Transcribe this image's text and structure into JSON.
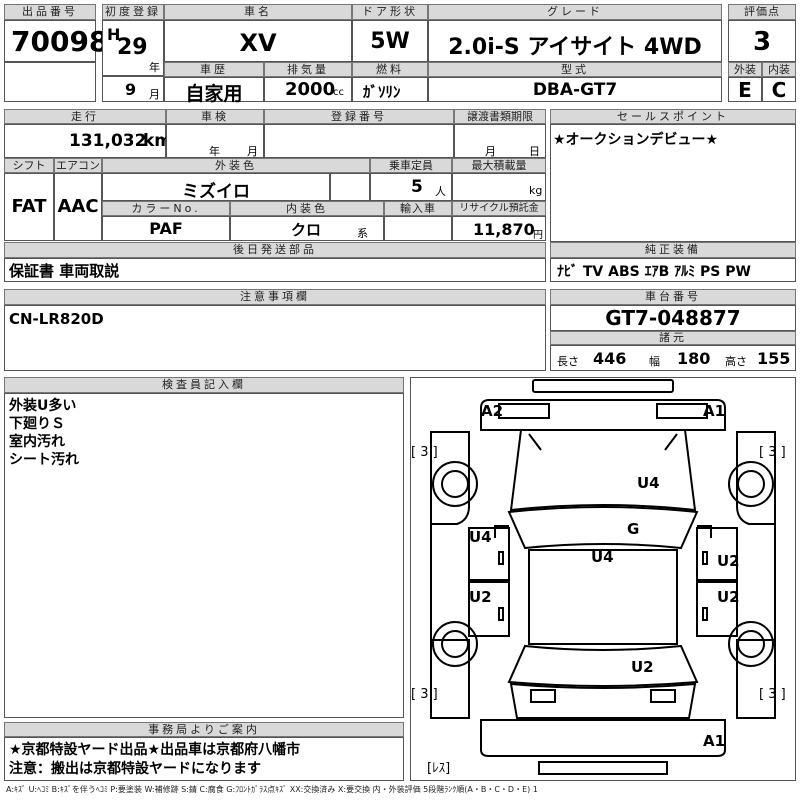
{
  "header": {
    "lot_label": "出品番号",
    "lot": "70098",
    "first_reg_label": "初度登録",
    "era": "H",
    "year_num": "29",
    "year_unit": "年",
    "month_num": "9",
    "month_unit": "月",
    "car_name_label": "車名",
    "car_name": "XV",
    "door_label": "ドア形状",
    "door": "5W",
    "grade_label": "グレード",
    "grade": "2.0i-S アイサイト 4WD",
    "score_label": "評価点",
    "score": "3",
    "history_label": "車歴",
    "history": "自家用",
    "displacement_label": "排気量",
    "displacement": "2000",
    "displacement_unit": "cc",
    "fuel_label": "燃料",
    "fuel": "ｶﾞｿﾘﾝ",
    "model_label": "型式",
    "model": "DBA-GT7",
    "ext_label": "外装",
    "ext": "E",
    "int_label": "内装",
    "int": "C"
  },
  "row2": {
    "mileage_label": "走行",
    "mileage": "131,032",
    "mileage_unit": "km",
    "inspection_label": "車検",
    "insp_year_unit": "年",
    "insp_month_unit": "月",
    "reg_label": "登録番号",
    "deadline_label": "譲渡書類期限",
    "dl_month_unit": "月",
    "dl_day_unit": "日",
    "sales_label": "セールスポイント",
    "sales": "★オークションデビュー★"
  },
  "row3": {
    "shift_label": "シフト",
    "shift": "FAT",
    "ac_label": "エアコン",
    "ac": "AAC",
    "color_label": "外装色",
    "color": "ミズイロ",
    "capacity_label": "乗車定員",
    "capacity": "5",
    "capacity_unit": "人",
    "load_label": "最大積載量",
    "load_unit": "kg",
    "color_no_label": "カラーNo.",
    "color_no": "PAF",
    "interior_label": "内装色",
    "interior": "クロ",
    "interior_unit": "系",
    "import_label": "輸入車",
    "recycle_label": "リサイクル預託金",
    "recycle": "11,870",
    "recycle_unit": "円"
  },
  "later": {
    "label": "後日発送部品",
    "value": "保証書 車両取説"
  },
  "equip": {
    "label": "純正装備",
    "value": "ﾅﾋﾞ  TV  ABS ｴｱB ｱﾙﾐ PS PW"
  },
  "notes": {
    "label": "注意事項欄",
    "value": "CN-LR820D"
  },
  "chassis": {
    "label": "車台番号",
    "value": "GT7-048877",
    "dims_label": "諸元",
    "len_label": "長さ",
    "len": "446",
    "wid_label": "幅",
    "wid": "180",
    "hei_label": "高さ",
    "hei": "155"
  },
  "inspector": {
    "label": "検査員記入欄",
    "lines": [
      "外装U多い",
      "下廻りＳ",
      "室内汚れ",
      "シート汚れ"
    ]
  },
  "diagram": {
    "marks": [
      "A2",
      "A1",
      "U4",
      "G",
      "U4",
      "U4",
      "U2",
      "U2",
      "U2",
      "U2",
      "A1"
    ],
    "side_labels": [
      "[ 3 ]",
      "[ 3 ]",
      "[ 3 ]",
      "[ 3 ]",
      "[ﾚｽ]"
    ]
  },
  "office": {
    "label": "事務局よりご案内",
    "line1": "★京都特設ヤード出品★出品車は京都府八幡市",
    "line2": "注意：搬出は京都特設ヤードになります"
  },
  "legend": "A:ｷｽﾞ U:ﾍｺﾐ B:ｷｽﾞを伴うﾍｺﾐ P:要塗装 W:補修跡 S:錆 C:腐食 G:ﾌﾛﾝﾄｶﾞﾗｽ点ｷｽﾞ XX:交換済み X:要交換  内・外装評価 5段階ﾗﾝｸ順(A・B・C・D・E) 1"
}
